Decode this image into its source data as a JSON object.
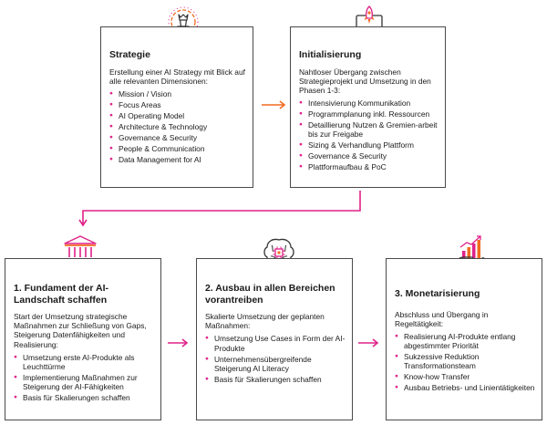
{
  "colors": {
    "orange": "#f26b21",
    "magenta": "#e0218a",
    "border": "#4a4a4a"
  },
  "strategie": {
    "title": "Strategie",
    "desc": "Erstellung einer AI Strategy mit Blick auf alle relevanten Dimensionen:",
    "items": [
      "Mission / Vision",
      "Focus Areas",
      "AI Operating Model",
      "Architecture & Technology",
      "Governance & Security",
      "People & Communication",
      "Data Management for AI"
    ],
    "icon": "chess-piece-icon"
  },
  "initialisierung": {
    "title": "Initialisierung",
    "desc": "Nahtloser Übergang zwischen Strategieprojekt und Umsetzung in den Phasen 1-3:",
    "items": [
      "Intensivierung Kommunikation",
      "Programmplanung inkl. Ressourcen",
      "Detaillierung Nutzen & Gremien-arbeit bis zur Freigabe",
      "Sizing & Verhandlung Plattform",
      "Governance & Security",
      "Plattformaufbau & PoC"
    ],
    "icon": "rocket-monitor-icon"
  },
  "phase1": {
    "title": "1. Fundament der AI-Landschaft schaffen",
    "desc": "Start der Umsetzung strategische Maßnahmen zur Schließung von Gaps, Steigerung Datenfähigkeiten und Realisierung:",
    "items": [
      "Umsetzung erste AI-Produkte als Leuchttürme",
      "Implementierung Maßnahmen zur Steigerung der AI-Fähigkeiten",
      "Basis für Skalierungen schaffen"
    ],
    "icon": "building-columns-icon"
  },
  "phase2": {
    "title": "2. Ausbau in allen Bereichen vorantreiben",
    "desc": "Skalierte Umsetzung der geplanten Maßnahmen:",
    "items": [
      "Umsetzung Use Cases in Form der AI-Produkte",
      "Unternehmensübergreifende Steigerung AI Literacy",
      "Basis für Skalierungen schaffen"
    ],
    "icon": "brain-chip-icon"
  },
  "phase3": {
    "title": "3. Monetarisierung",
    "desc": "Abschluss und Übergang in Regeltätigkeit:",
    "items": [
      "Realisierung AI-Produkte entlang abgestimmter Priorität",
      "Sukzessive Reduktion Transformationsteam",
      "Know-how Transfer",
      "Ausbau Betriebs- und Linientätigkeiten"
    ],
    "icon": "hand-chart-icon"
  }
}
